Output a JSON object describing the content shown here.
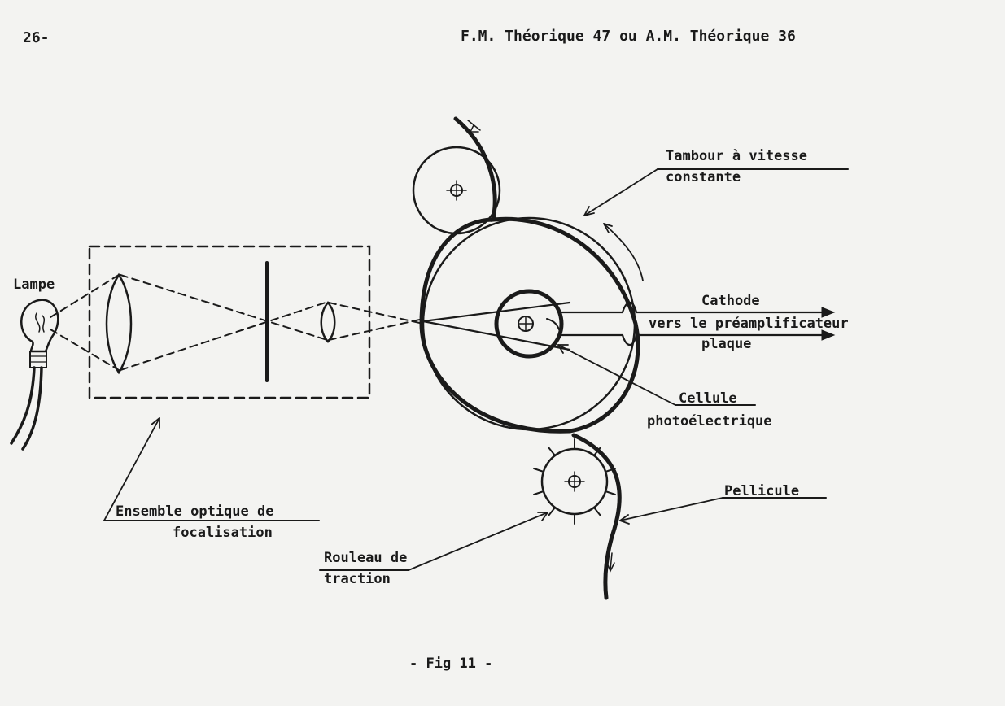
{
  "header": {
    "page_number": "26-",
    "title": "F.M. Théorique 47  ou  A.M. Théorique 36"
  },
  "labels": {
    "lampe": "Lampe",
    "tambour_1": "Tambour à vitesse",
    "tambour_2": "constante",
    "cathode": "Cathode",
    "preamp": "vers le préamplificateur",
    "plaque": "plaque",
    "cellule_1": "Cellule",
    "cellule_2": "photoélectrique",
    "pellicule": "Pellicule",
    "optique_1": "Ensemble optique de",
    "optique_2": "focalisation",
    "rouleau_1": "Rouleau de",
    "rouleau_2": "traction"
  },
  "caption": "- Fig 11 -"
}
